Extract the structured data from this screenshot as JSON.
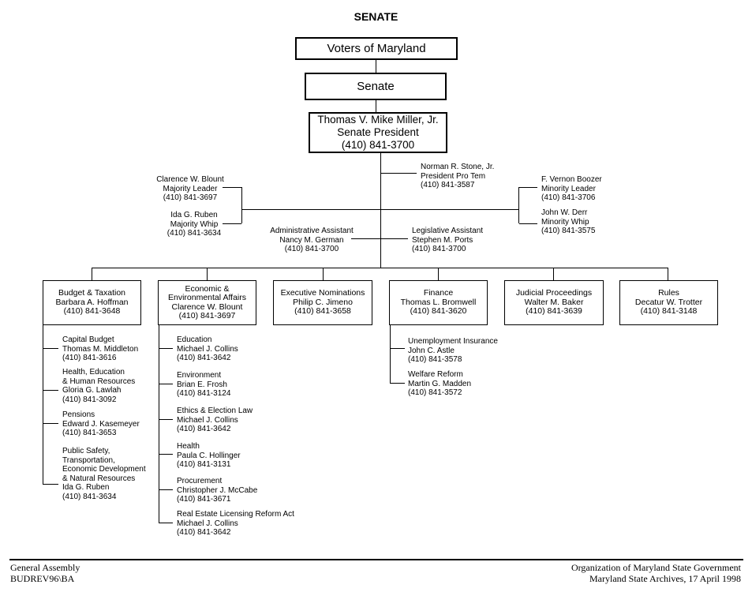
{
  "title": "SENATE",
  "top_boxes": {
    "voters": "Voters of Maryland",
    "senate": "Senate",
    "president": [
      "Thomas V. Mike Miller, Jr.",
      "Senate President",
      "(410) 841-3700"
    ]
  },
  "leadership": {
    "majority_leader": [
      "Clarence W. Blount",
      "Majority Leader",
      "(410) 841-3697"
    ],
    "majority_whip": [
      "Ida G. Ruben",
      "Majority Whip",
      "(410) 841-3634"
    ],
    "president_pro_tem": [
      "Norman R. Stone, Jr.",
      "President Pro Tem",
      "(410) 841-3587"
    ],
    "minority_leader": [
      "F. Vernon Boozer",
      "Minority Leader",
      "(410) 841-3706"
    ],
    "minority_whip": [
      "John W. Derr",
      "Minority Whip",
      "(410) 841-3575"
    ],
    "administrative_assistant": [
      "Administrative Assistant",
      "Nancy M. German",
      "(410) 841-3700"
    ],
    "legislative_assistant": [
      "Legislative Assistant",
      "Stephen M. Ports",
      "(410) 841-3700"
    ]
  },
  "committees": [
    {
      "lines": [
        "Budget & Taxation",
        "Barbara A. Hoffman",
        "(410) 841-3648"
      ]
    },
    {
      "lines": [
        "Economic &",
        "Environmental Affairs",
        "Clarence W. Blount",
        "(410) 841-3697"
      ]
    },
    {
      "lines": [
        "Executive Nominations",
        "Philip C. Jimeno",
        "(410) 841-3658"
      ]
    },
    {
      "lines": [
        "Finance",
        "Thomas L. Bromwell",
        "(410) 841-3620"
      ]
    },
    {
      "lines": [
        "Judicial Proceedings",
        "Walter M. Baker",
        "(410) 841-3639"
      ]
    },
    {
      "lines": [
        "Rules",
        "Decatur W. Trotter",
        "(410) 841-3148"
      ]
    }
  ],
  "subcommittees": {
    "budget_taxation": [
      {
        "lines": [
          "Capital Budget",
          "Thomas M. Middleton",
          "(410) 841-3616"
        ]
      },
      {
        "lines": [
          "Health, Education",
          "& Human Resources",
          "Gloria G. Lawlah",
          "(410) 841-3092"
        ]
      },
      {
        "lines": [
          "Pensions",
          "Edward J. Kasemeyer",
          "(410) 841-3653"
        ]
      },
      {
        "lines": [
          "Public Safety,",
          "Transportation,",
          "Economic Development",
          "& Natural Resources",
          "Ida G. Ruben",
          "(410) 841-3634"
        ]
      }
    ],
    "economic_environmental": [
      {
        "lines": [
          "Education",
          "Michael J. Collins",
          "(410) 841-3642"
        ]
      },
      {
        "lines": [
          "Environment",
          "Brian E. Frosh",
          "(410) 841-3124"
        ]
      },
      {
        "lines": [
          "Ethics & Election Law",
          "Michael J. Collins",
          "(410) 841-3642"
        ]
      },
      {
        "lines": [
          "Health",
          "Paula C. Hollinger",
          "(410) 841-3131"
        ]
      },
      {
        "lines": [
          "Procurement",
          "Christopher J. McCabe",
          "(410) 841-3671"
        ]
      },
      {
        "lines": [
          "Real Estate Licensing Reform Act",
          "Michael J. Collins",
          "(410) 841-3642"
        ]
      }
    ],
    "finance": [
      {
        "lines": [
          "Unemployment Insurance",
          "John C. Astle",
          "(410) 841-3578"
        ]
      },
      {
        "lines": [
          "Welfare Reform",
          "Martin G. Madden",
          "(410) 841-3572"
        ]
      }
    ]
  },
  "footer": {
    "left_line1": "General Assembly",
    "left_line2": "BUDREV96\\BA",
    "right_line1": "Organization of Maryland State Government",
    "right_line2": "Maryland State Archives, 17 April 1998"
  }
}
